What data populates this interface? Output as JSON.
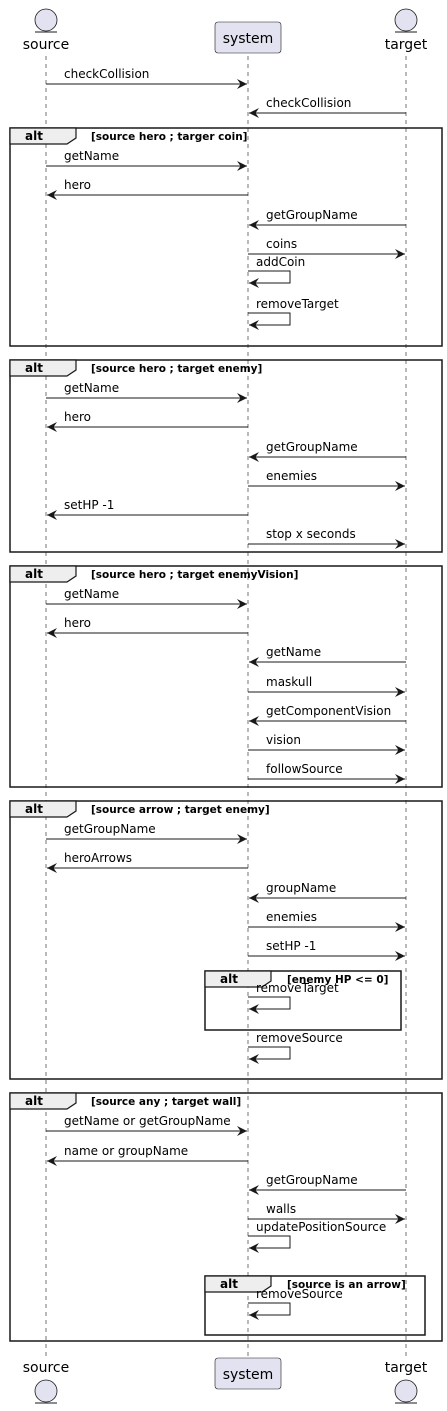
{
  "participants": [
    {
      "id": "source",
      "label": "source",
      "kind": "entity"
    },
    {
      "id": "system",
      "label": "system",
      "kind": "participant"
    },
    {
      "id": "target",
      "label": "target",
      "kind": "entity"
    }
  ],
  "colors": {
    "box_fill": "#E2E2F0",
    "box_stroke": "#181818",
    "line": "#181818",
    "frame_header": "#EEEEEE",
    "background": "#FFFFFF"
  },
  "messages": [
    {
      "from": "source",
      "to": "system",
      "label": "checkCollision"
    },
    {
      "from": "target",
      "to": "system",
      "label": "checkCollision"
    },
    {
      "from": "source",
      "to": "system",
      "label": "getName"
    },
    {
      "from": "system",
      "to": "source",
      "label": "hero"
    },
    {
      "from": "target",
      "to": "system",
      "label": "getGroupName"
    },
    {
      "from": "system",
      "to": "target",
      "label": "coins"
    },
    {
      "from": "system",
      "to": "system",
      "label": "addCoin"
    },
    {
      "from": "system",
      "to": "system",
      "label": "removeTarget"
    },
    {
      "from": "source",
      "to": "system",
      "label": "getName"
    },
    {
      "from": "system",
      "to": "source",
      "label": "hero"
    },
    {
      "from": "target",
      "to": "system",
      "label": "getGroupName"
    },
    {
      "from": "system",
      "to": "target",
      "label": "enemies"
    },
    {
      "from": "system",
      "to": "source",
      "label": "setHP -1"
    },
    {
      "from": "system",
      "to": "target",
      "label": "stop x seconds"
    },
    {
      "from": "source",
      "to": "system",
      "label": "getName"
    },
    {
      "from": "system",
      "to": "source",
      "label": "hero"
    },
    {
      "from": "target",
      "to": "system",
      "label": "getName"
    },
    {
      "from": "system",
      "to": "target",
      "label": "maskull"
    },
    {
      "from": "target",
      "to": "system",
      "label": "getComponentVision"
    },
    {
      "from": "system",
      "to": "target",
      "label": "vision"
    },
    {
      "from": "system",
      "to": "target",
      "label": "followSource"
    },
    {
      "from": "source",
      "to": "system",
      "label": "getGroupName"
    },
    {
      "from": "system",
      "to": "source",
      "label": "heroArrows"
    },
    {
      "from": "target",
      "to": "system",
      "label": "groupName"
    },
    {
      "from": "system",
      "to": "target",
      "label": "enemies"
    },
    {
      "from": "system",
      "to": "target",
      "label": "setHP -1"
    },
    {
      "from": "system",
      "to": "system",
      "label": "removeTarget"
    },
    {
      "from": "system",
      "to": "system",
      "label": "removeSource"
    },
    {
      "from": "source",
      "to": "system",
      "label": "getName or getGroupName"
    },
    {
      "from": "system",
      "to": "source",
      "label": "name or groupName"
    },
    {
      "from": "target",
      "to": "system",
      "label": "getGroupName"
    },
    {
      "from": "system",
      "to": "target",
      "label": "walls"
    },
    {
      "from": "system",
      "to": "system",
      "label": "updatePositionSource"
    },
    {
      "from": "system",
      "to": "system",
      "label": "removeSource"
    }
  ],
  "frames": [
    {
      "keyword": "alt",
      "condition": "[source hero ; targer coin]"
    },
    {
      "keyword": "alt",
      "condition": "[source hero ; target enemy]"
    },
    {
      "keyword": "alt",
      "condition": "[source hero ; target enemyVision]"
    },
    {
      "keyword": "alt",
      "condition": "[source arrow ; target enemy]"
    },
    {
      "keyword": "alt",
      "condition": "[enemy HP <= 0]"
    },
    {
      "keyword": "alt",
      "condition": "[source any ; target wall]"
    },
    {
      "keyword": "alt",
      "condition": "[source is an arrow]"
    }
  ]
}
